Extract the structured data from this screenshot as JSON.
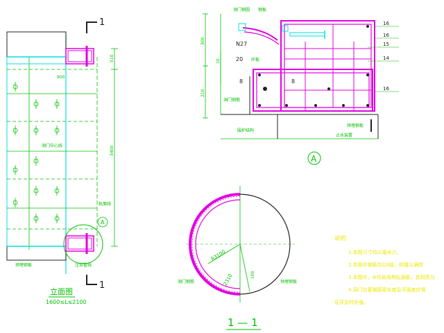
{
  "section_marks": {
    "top_number": "1",
    "bottom_number": "1"
  },
  "elevation": {
    "title": "立面图",
    "range": "1600≤L≤2100",
    "dim_top": "510",
    "dim_mid": "3400",
    "dim_side": "900",
    "label_center": "洞门中心线",
    "label_bottom": "预埋钢板",
    "label_bottom2": "注浆管线",
    "label_edge": "轨面线",
    "detail_ref": "A"
  },
  "detail_a": {
    "callout": "A",
    "label_n": "N27",
    "label_20": "20",
    "label_10": "10",
    "label_8a": "8",
    "label_8b": "8",
    "dim_300": "300",
    "dim_210": "210",
    "right_16a": "16",
    "right_16b": "16",
    "right_15": "15",
    "right_14": "14",
    "right_16c": "16",
    "label_top_left": "洞门钢圈",
    "label_top_mid": "钢板",
    "label_mid_left": "环板",
    "label_bottom_left": "洞门钢筋",
    "label_bottom_mid": "围护结构",
    "label_bottom_right1": "预埋钢板",
    "label_bottom_right2": "止水装置"
  },
  "section_1_1": {
    "title": "1 — 1",
    "r_label": "R3100",
    "d_label": "2310",
    "small_dim": "100",
    "label_left": "洞门钢筋",
    "label_right": "预埋钢板"
  },
  "notes": {
    "heading": "说明：",
    "items": [
      "1.本图尺寸均以毫米计。",
      "2.本图中钢筋均以Ⅱ级，焊缝以满焊",
      "3.本图中，Ф均采用热轧钢板，其材质为",
      "4.洞门位置钢筋密实度及平面度应保",
      "证并及时补强。"
    ]
  },
  "colors": {
    "structure": "#00e0e0",
    "rebar": "#e000e0",
    "dimension": "#00c000",
    "notes": "#e8e800",
    "line": "#202020"
  }
}
